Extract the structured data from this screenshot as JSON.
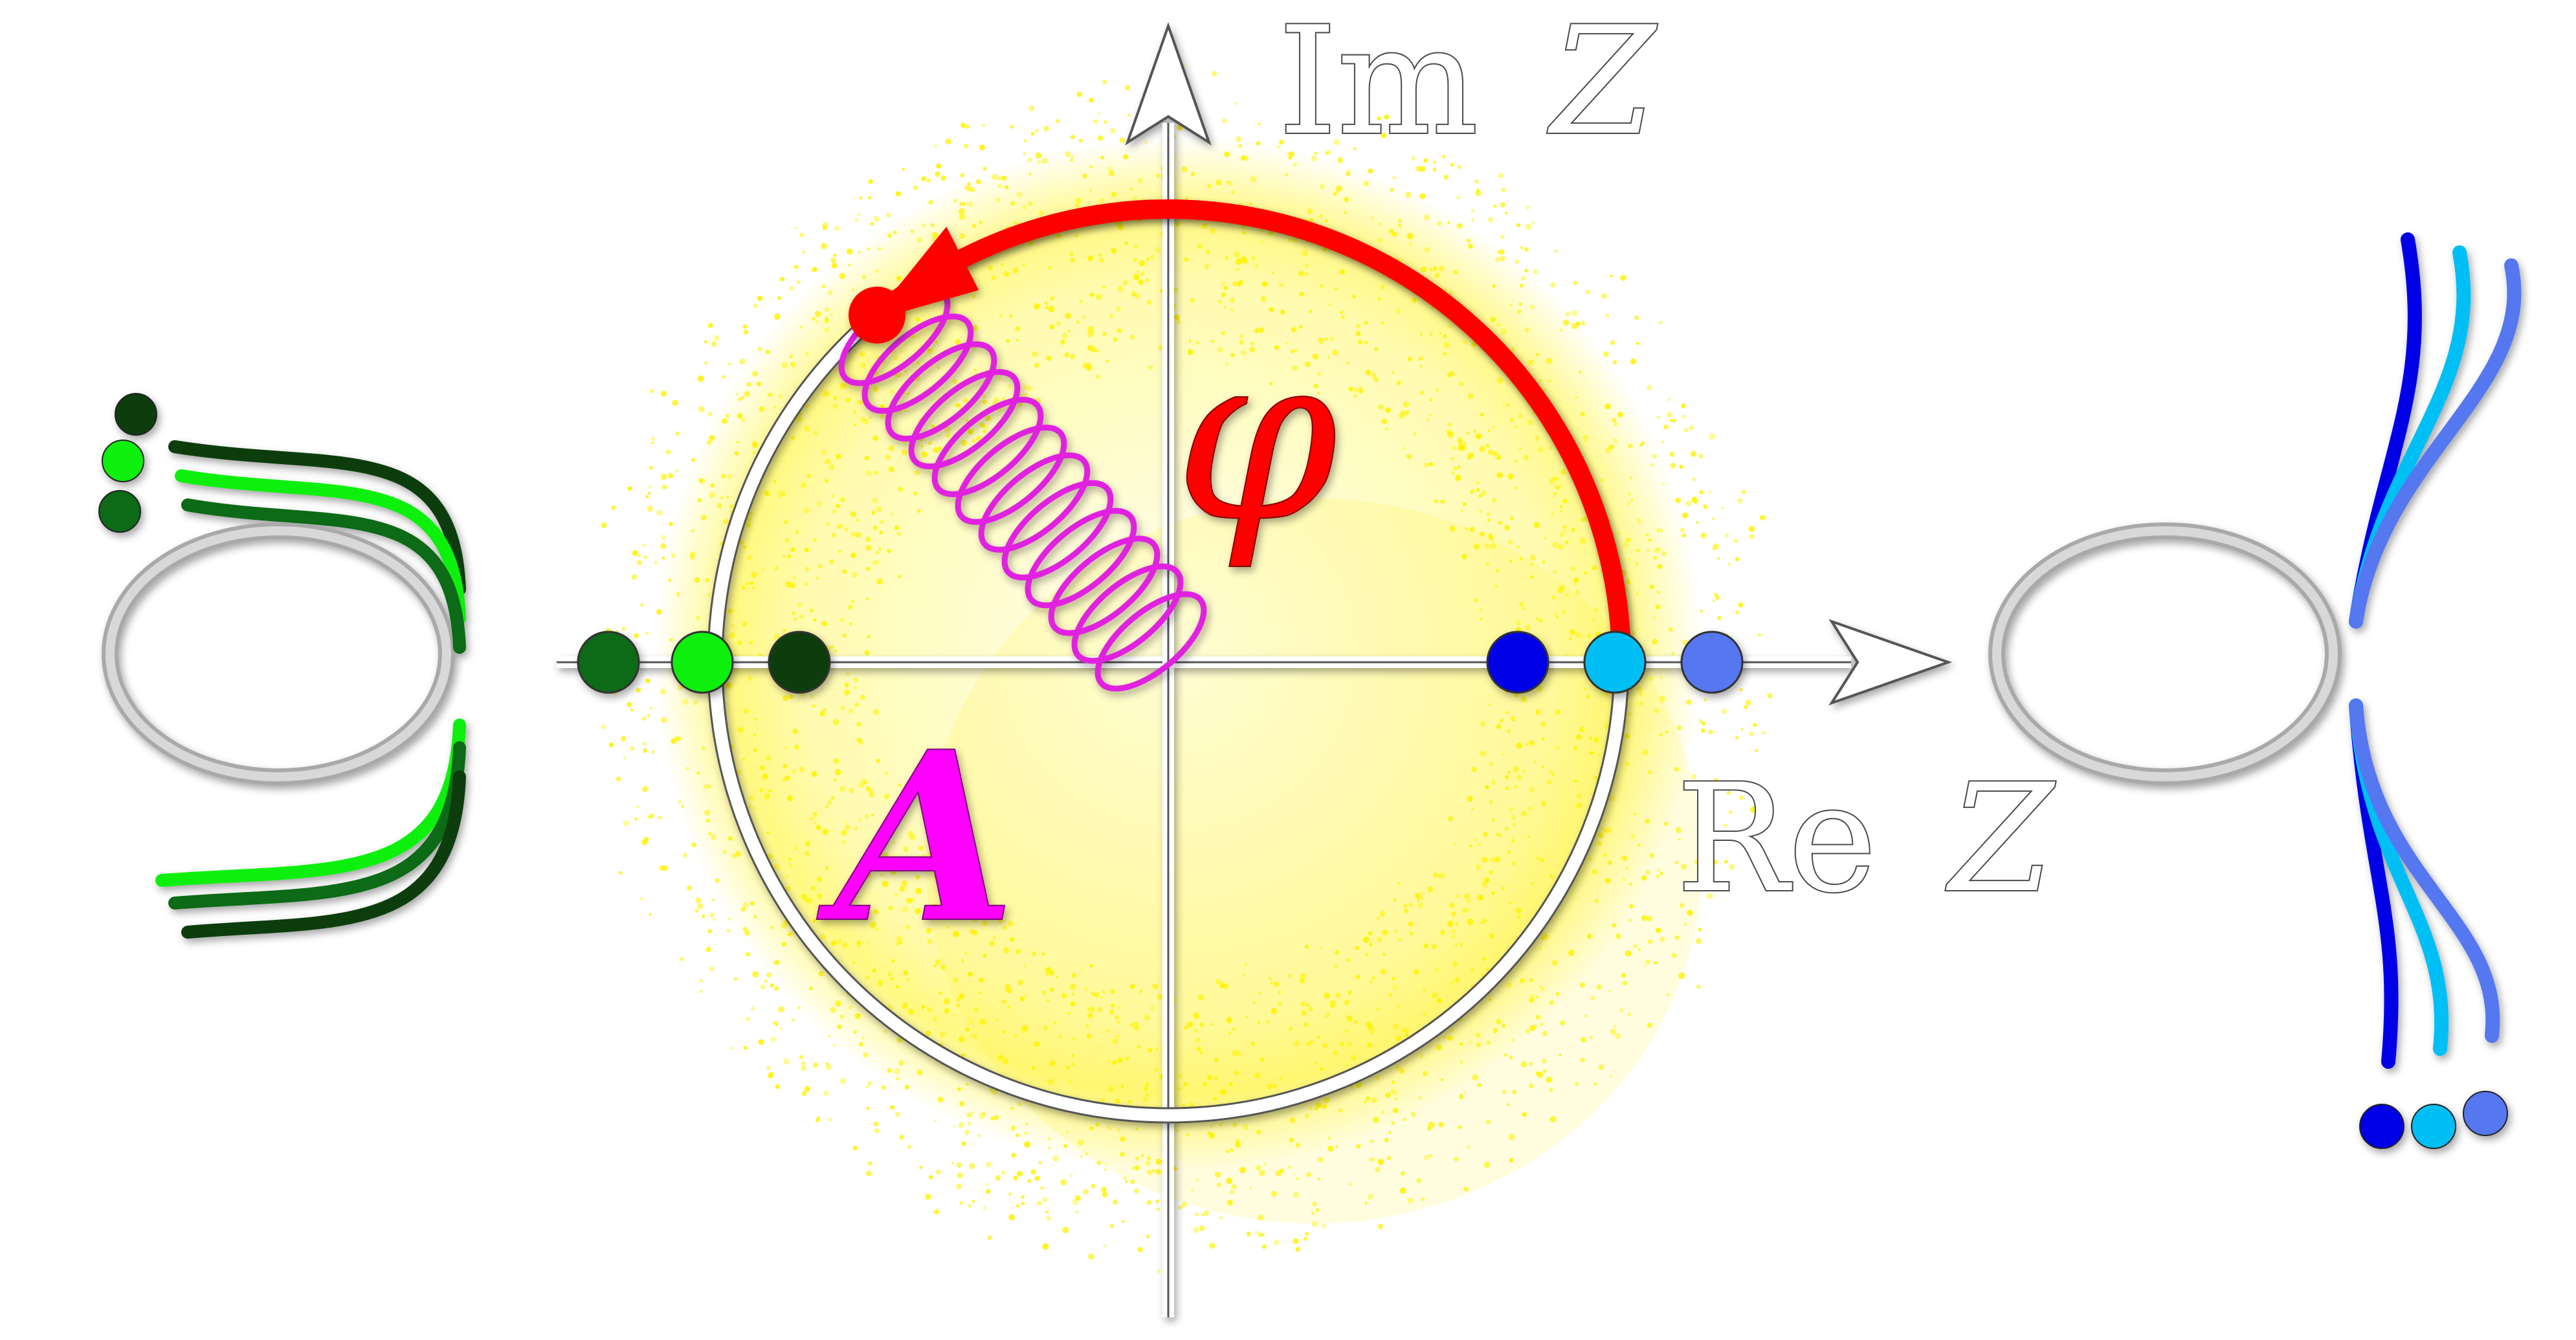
{
  "axes": {
    "imaginary_label_prefix": "Im",
    "real_label_prefix": "Re",
    "variable": "Z"
  },
  "symbols": {
    "amplitude": "A",
    "phase": "φ"
  },
  "colors": {
    "phase_arc": "#ff0000",
    "spring": "#e020e0",
    "amplitude_label": "#ff00ff",
    "halo": "#fff200",
    "circle": "#ffffff",
    "ring": "#c8c8c8",
    "greens": [
      "#0b6b14",
      "#10f010",
      "#0b3d0b"
    ],
    "blues": [
      "#0000e6",
      "#00bff5",
      "#5577f0"
    ]
  },
  "icons": {
    "axis_arrowheads": "arrow-icon",
    "left_diagram": "ring-with-green-strands-icon",
    "right_diagram": "ring-with-blue-strands-icon"
  }
}
